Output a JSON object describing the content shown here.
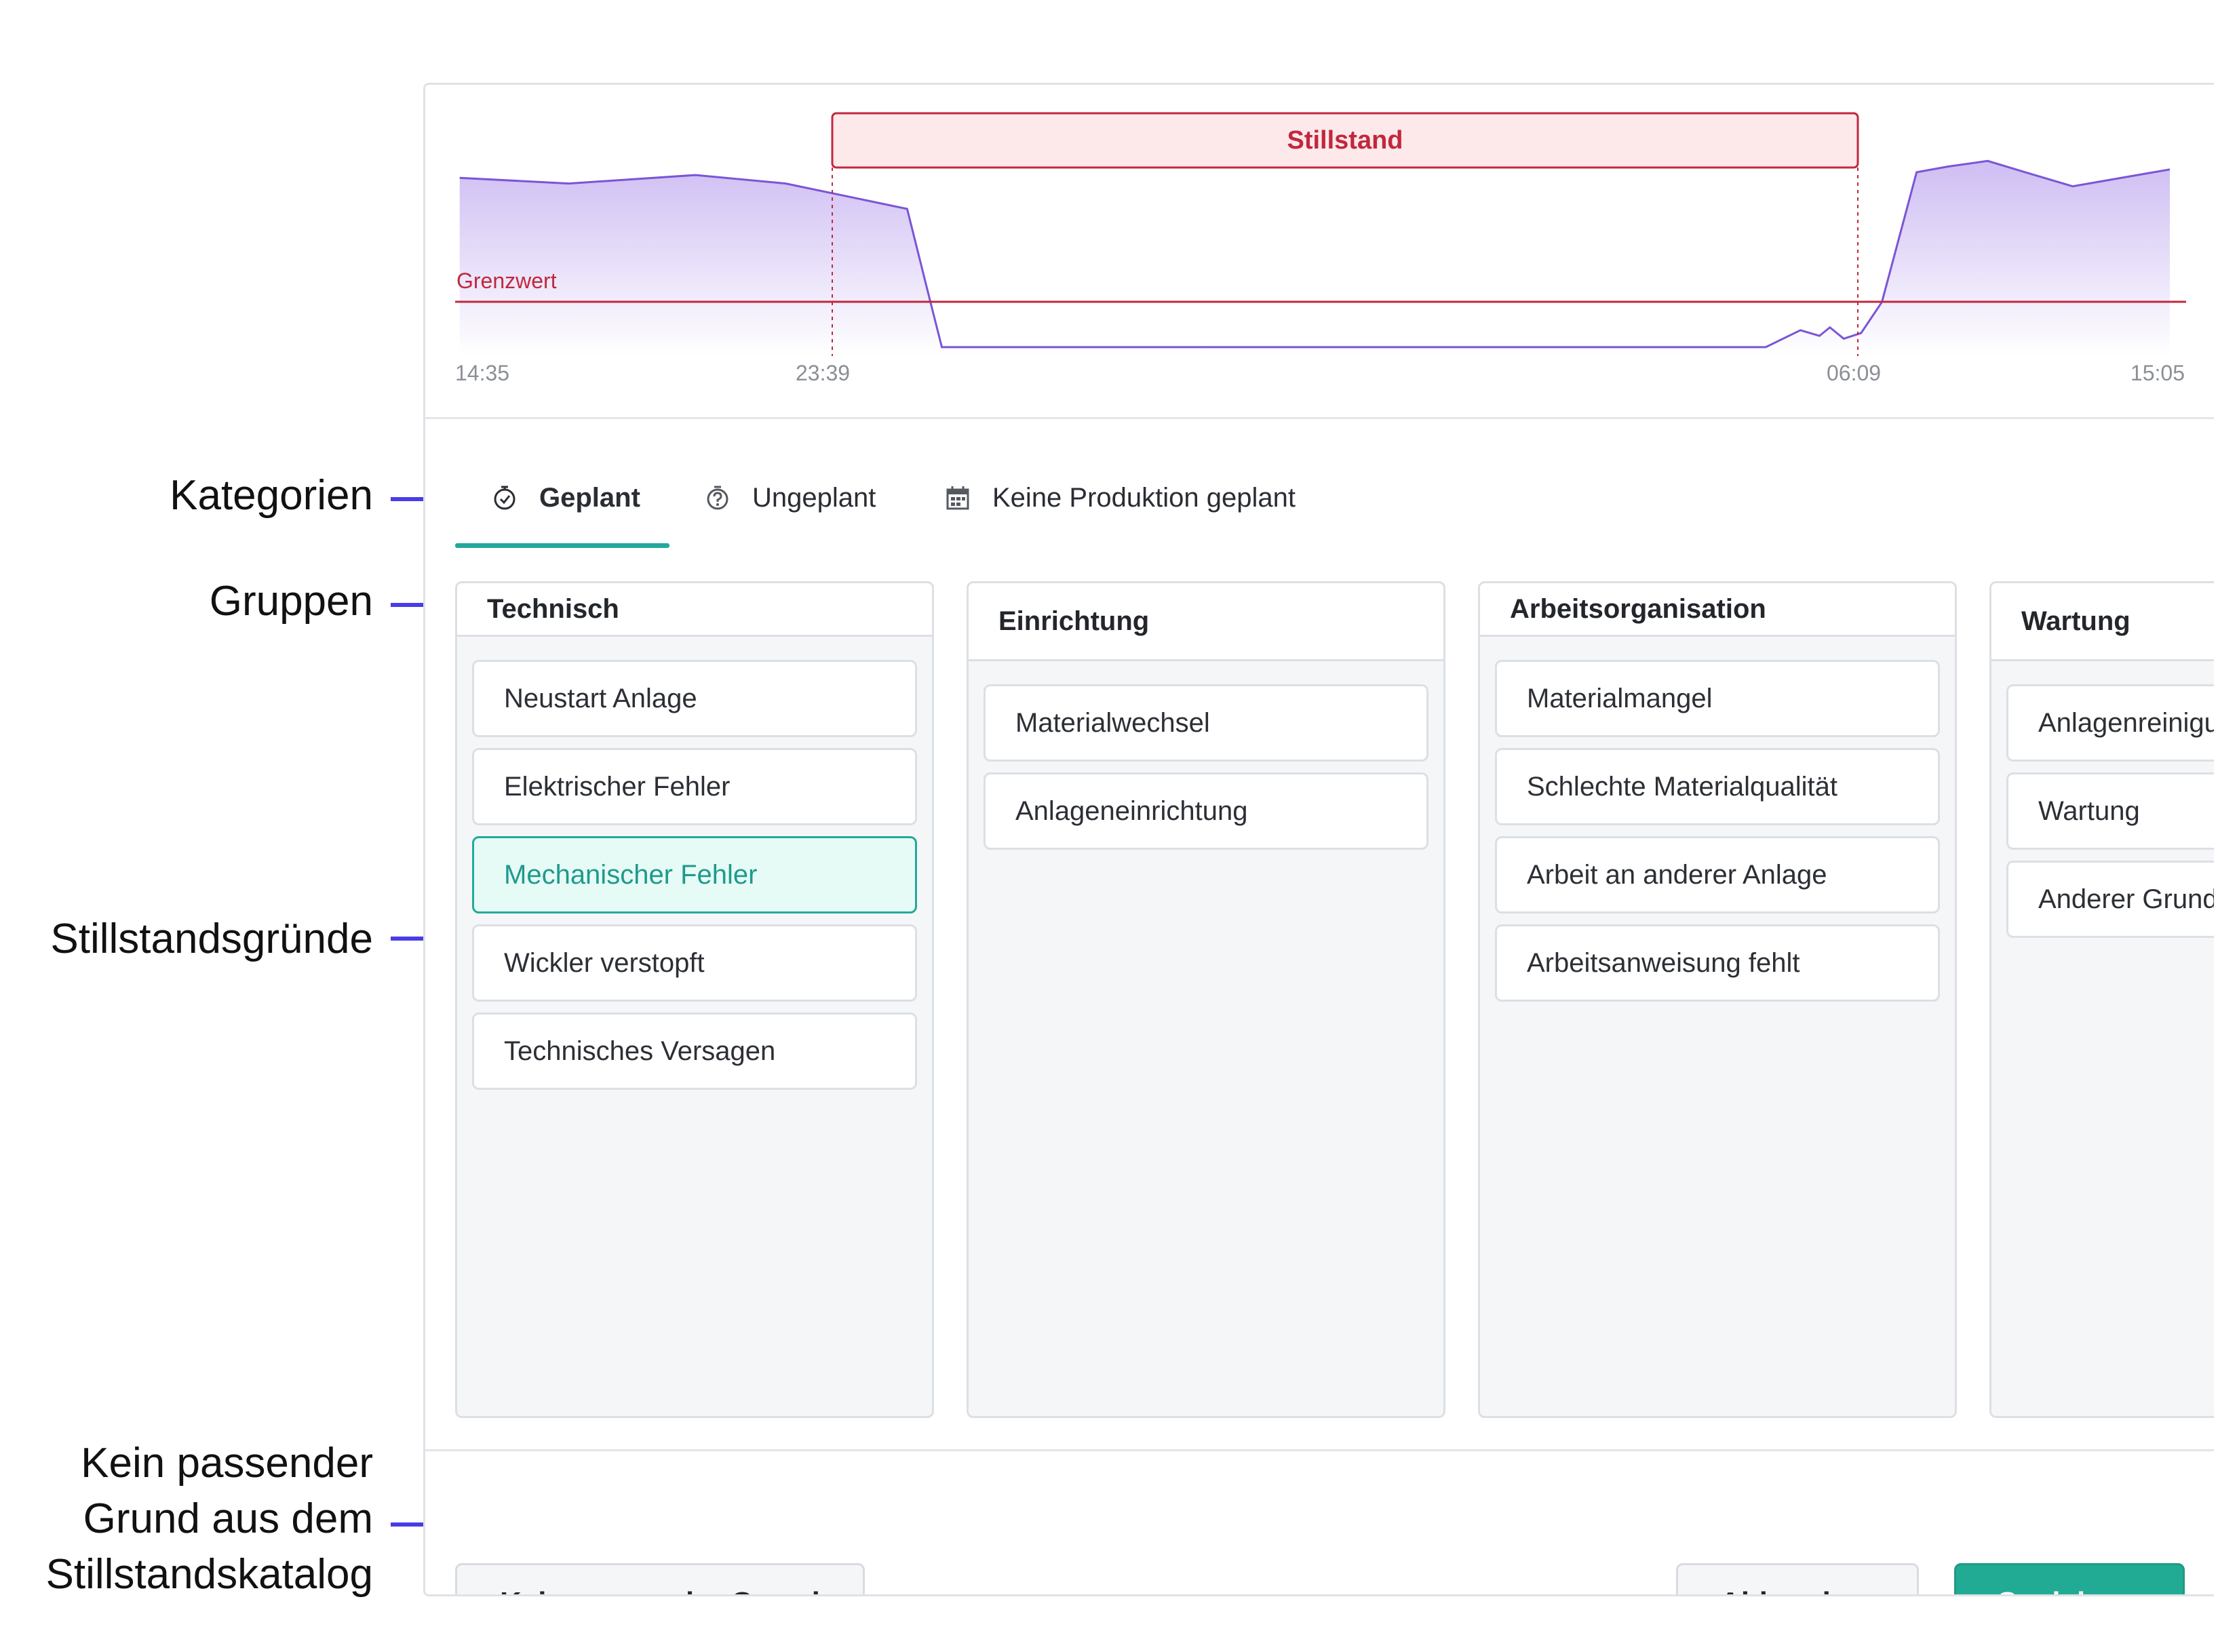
{
  "annotations": {
    "kategorien": "Kategorien",
    "gruppen": "Gruppen",
    "stillstandsgruende": "Stillstandsgründe",
    "kein_grund": [
      "Kein passender",
      "Grund aus dem",
      "Stillstandskatalog"
    ],
    "arrow_color": "#4a3ce6"
  },
  "chart_data": {
    "type": "area",
    "series": [
      {
        "values": [
          {
            "x": "14:35",
            "y": 0.8
          },
          {
            "x": "23:39",
            "y": 0.12
          },
          {
            "x": "06:09",
            "y": 0.12
          },
          {
            "x": "15:05",
            "y": 0.8
          }
        ]
      }
    ],
    "x_tick_labels": [
      "14:35",
      "23:39",
      "06:09",
      "15:05"
    ],
    "threshold": {
      "label": "Grenzwert",
      "color": "#c0283d"
    },
    "downtime_band": {
      "label": "Stillstand",
      "from": "23:39",
      "to": "06:09",
      "fill": "#fde8ea",
      "stroke": "#c0283d"
    },
    "series_color": "#7b55d6",
    "grid": false
  },
  "tabs": [
    {
      "label": "Geplant",
      "icon": "stopwatch-icon",
      "active": true
    },
    {
      "label": "Ungeplant",
      "icon": "question-timer-icon",
      "active": false
    },
    {
      "label": "Keine Produktion geplant",
      "icon": "calendar-icon",
      "active": false
    }
  ],
  "groups": [
    {
      "title": "Technisch",
      "reasons": [
        "Neustart Anlage",
        "Elektrischer Fehler",
        "Mechanischer Fehler",
        "Wickler verstopft",
        "Technisches Versagen"
      ],
      "selected": "Mechanischer Fehler"
    },
    {
      "title": "Einrichtung",
      "reasons": [
        "Materialwechsel",
        "Anlageneinrichtung"
      ]
    },
    {
      "title": "Arbeitsorganisation",
      "reasons": [
        "Materialmangel",
        "Schlechte Materialqualität",
        "Arbeit an anderer Anlage",
        "Arbeitsanweisung fehlt"
      ]
    },
    {
      "title": "Wartung",
      "reasons": [
        "Anlagenreinigung",
        "Wartung",
        "Anderer Grund"
      ]
    }
  ],
  "footer": {
    "no_reason_label": "Kein passender Grund",
    "cancel_label": "Abbrechen",
    "save_label": "Speichern"
  },
  "colors": {
    "accent": "#22ab94",
    "selected_bg": "#e6fbf6"
  }
}
